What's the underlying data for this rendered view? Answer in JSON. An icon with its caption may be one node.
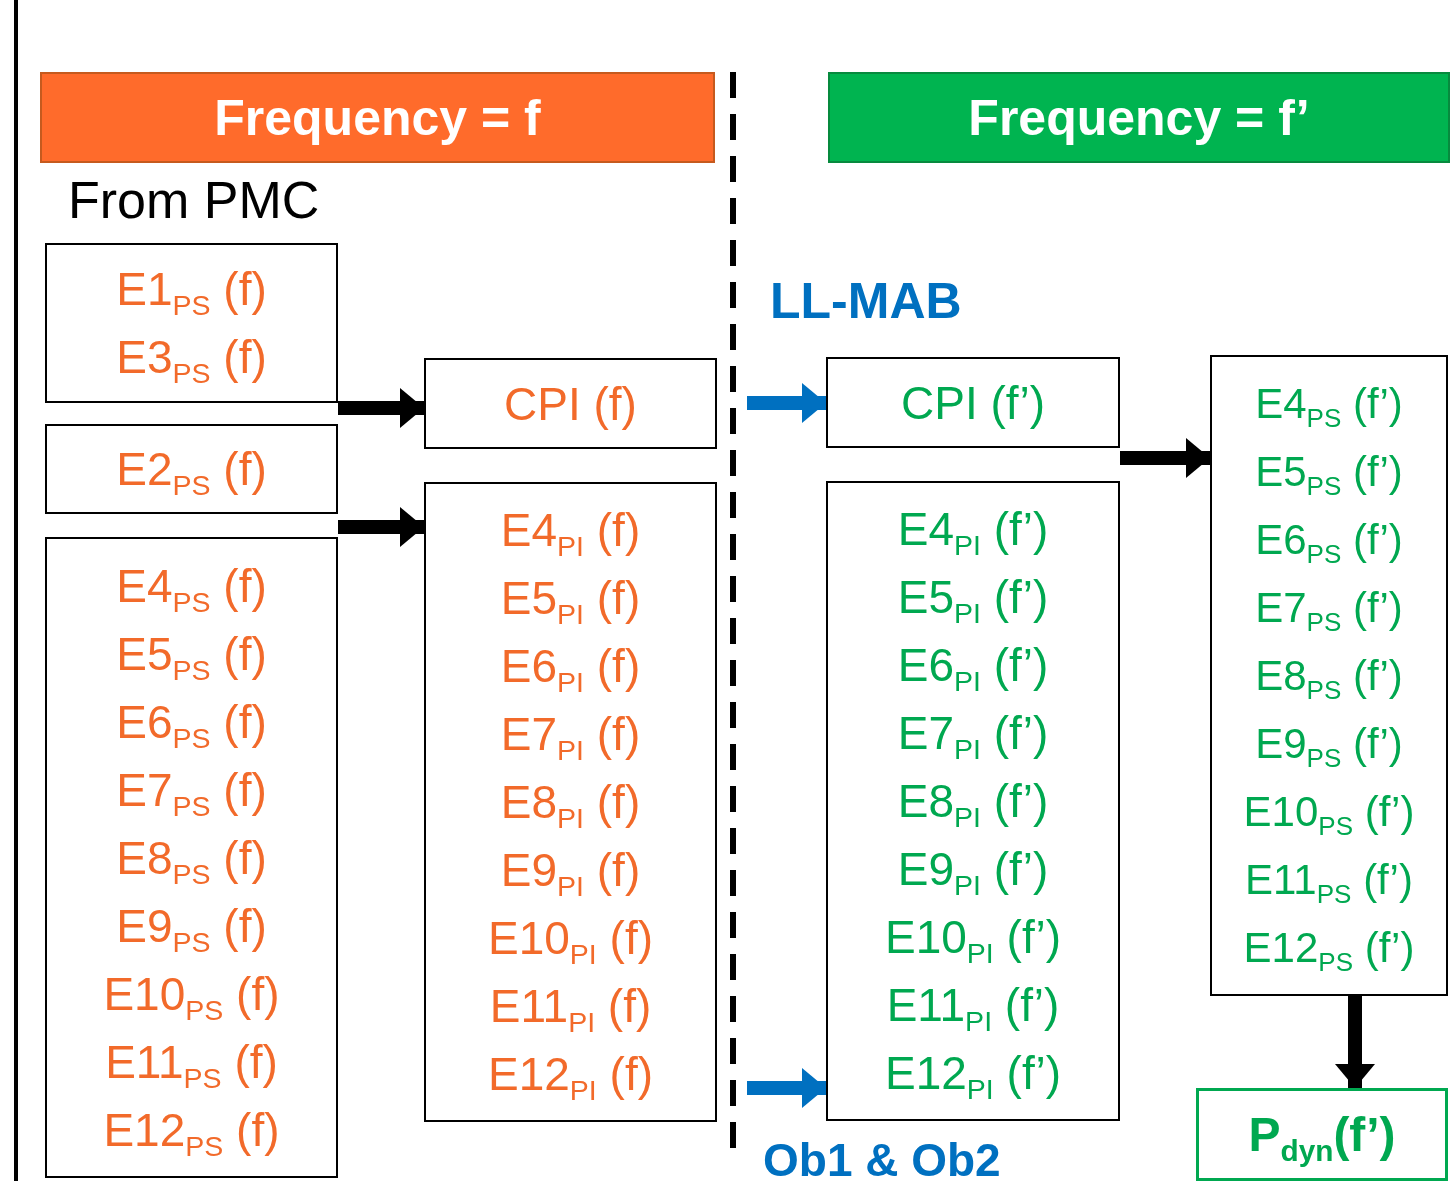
{
  "diagram": {
    "nodes": [
      {
        "text": [
          "Frequency = f"
        ]
      },
      {
        "text": [
          "Frequency = f’"
        ]
      },
      {
        "text": [
          "E1$_{PS}$ (f)",
          "E3$_{PS}$ (f)"
        ]
      },
      {
        "text": [
          "E2$_{PS}$ (f)"
        ]
      },
      {
        "text": [
          "E4$_{PS}$ (f)",
          "E5$_{PS}$ (f)",
          "E6$_{PS}$ (f)",
          "E7$_{PS}$ (f)",
          "E8$_{PS}$ (f)",
          "E9$_{PS}$ (f)",
          "E10$_{PS}$ (f)",
          "E11$_{PS}$ (f)",
          "E12$_{PS}$ (f)"
        ]
      },
      {
        "text": [
          "CPI (f)"
        ]
      },
      {
        "text": [
          "E4$_{PI}$ (f)",
          "E5$_{PI}$ (f)",
          "E6$_{PI}$ (f)",
          "E7$_{PI}$ (f)",
          "E8$_{PI}$ (f)",
          "E9$_{PI}$ (f)",
          "E10$_{PI}$ (f)",
          "E11$_{PI}$ (f)",
          "E12$_{PI}$ (f)"
        ]
      },
      {
        "text": [
          "CPI (f’)"
        ]
      },
      {
        "text": [
          "E4$_{PI}$ (f’)",
          "E5$_{PI}$ (f’)",
          "E6$_{PI}$ (f’)",
          "E7$_{PI}$ (f’)",
          "E8$_{PI}$ (f’)",
          "E9$_{PI}$ (f’)",
          "E10$_{PI}$ (f’)",
          "E11$_{PI}$ (f’)",
          "E12$_{PI}$ (f’)"
        ]
      },
      {
        "text": [
          "E4$_{PS}$ (f’)",
          "E5$_{PS}$ (f’)",
          "E6$_{PS}$ (f’)",
          "E7$_{PS}$ (f’)",
          "E8$_{PS}$ (f’)",
          "E9$_{PS}$ (f’)",
          "E10$_{PS}$ (f’)",
          "E11$_{PS}$ (f’)",
          "E12$_{PS}$ (f’)"
        ]
      },
      {
        "text": [
          "P$_{dyn}$(f’)"
        ]
      }
    ],
    "edges": [
      {
        "from": 2,
        "to": 5,
        "arrow": "to"
      },
      {
        "from": 4,
        "to": 6,
        "arrow": "to"
      },
      {
        "from": null,
        "to": 7,
        "arrow": "to",
        "color": "#0070c0"
      },
      {
        "from": null,
        "to": 8,
        "arrow": "to",
        "color": "#0070c0"
      },
      {
        "from": 7,
        "to": 9,
        "arrow": "to"
      },
      {
        "from": 9,
        "to": 10,
        "arrow": "to"
      }
    ],
    "labels": [
      "From PMC",
      "LL-MAB",
      "Ob1 & Ob2"
    ]
  }
}
